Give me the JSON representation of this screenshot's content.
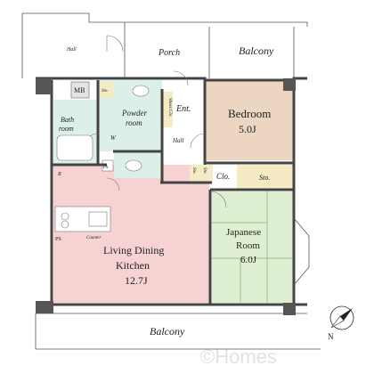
{
  "labels": {
    "hall_top": "Hall",
    "porch": "Porch",
    "balcony_top": "Balcony",
    "mb": "MB",
    "sto_powder": "Sto.",
    "powder_room_1": "Powder",
    "powder_room_2": "room",
    "washer": "W",
    "shoe_closet": "Shoes Clo.",
    "entrance": "Ent.",
    "bath_room_1": "Bath",
    "bath_room_2": "room",
    "hall_mid": "Hall",
    "bedroom_1": "Bedroom",
    "bedroom_2": "5.0J",
    "ps_1": "PS",
    "sto_mid_1": "Sto.",
    "sto_mid_2": "Sto.",
    "closet": "Clo.",
    "sto_right": "Sto.",
    "refrigerator": "R",
    "ldk_1": "Living Dining",
    "ldk_2": "Kitchen",
    "ldk_3": "12.7J",
    "japanese_1": "Japanese",
    "japanese_2": "Room",
    "japanese_3": "6.0J",
    "ps_2": "PS",
    "counter": "Counter",
    "balcony_bottom": "Balcony",
    "compass_n": "N",
    "watermark": "©Homes"
  },
  "colors": {
    "bedroom": "#ecd6c1",
    "ldk": "#f6d2d2",
    "wet_area": "#dcefe8",
    "tatami": "#dff0d2",
    "storage": "#f4ebc4",
    "wall": "#444444"
  }
}
